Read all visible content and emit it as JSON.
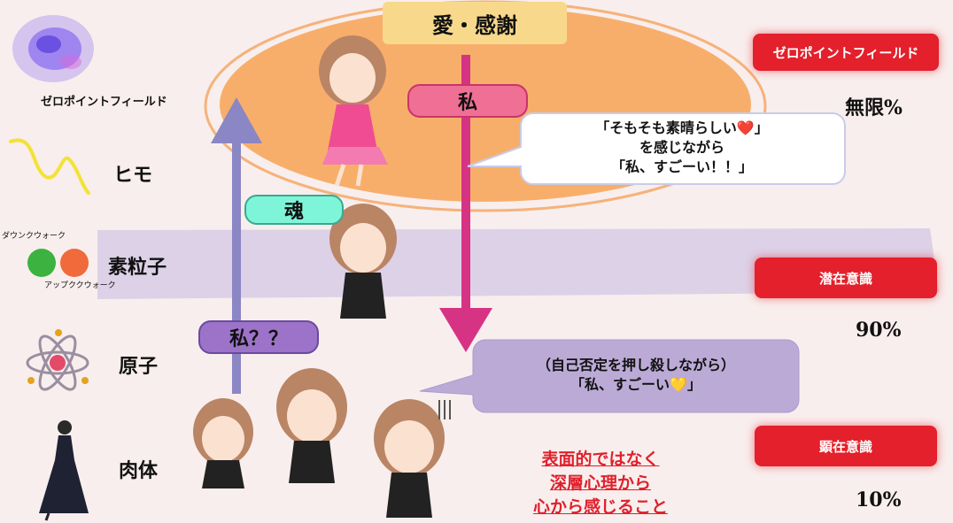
{
  "top_label": "愛・感謝",
  "center_label": "私",
  "soul_label": "魂",
  "question_label": "私？？",
  "left_levels": {
    "zero_point": "ゼロポイントフィールド",
    "string": "ヒモ",
    "particle": "素粒子",
    "atom": "原子",
    "body": "肉体"
  },
  "particle_notes": {
    "down": "ダウンクウォーク",
    "up": "アップククウォーク"
  },
  "right_boxes": {
    "zero_point": "ゼロポイントフィールド",
    "subconscious": "潜在意識",
    "conscious": "顕在意識"
  },
  "percentages": {
    "infinite": "無限%",
    "ninety": "90%",
    "ten": "10%"
  },
  "bubble_top": {
    "line1": "「そもそも素晴らしい❤️」",
    "line2": "を感じながら",
    "line3": "「私、すごーい！！」"
  },
  "bubble_bottom": {
    "line1": "（自己否定を押し殺しながら）",
    "line2": "「私、すごーい💛」"
  },
  "bottom_message": {
    "line1": "表面的ではなく",
    "line2": "深層心理から",
    "line3": "心から感じること"
  },
  "colors": {
    "orange": "#f7a860",
    "yellow": "#f8d98c",
    "pink_arrow": "#d63384",
    "purple_arrow": "#8b86c4",
    "red_box": "#e3202b",
    "band": "#d8cde6",
    "pill_pink": "#f06f95",
    "pill_mint": "#7ef5d9",
    "pill_purple": "#9c73c9",
    "message_red": "#e0202c"
  },
  "icons": [
    "nebula-icon",
    "string-icon",
    "quark-icon",
    "atom-icon",
    "dress-figure-icon",
    "girl-illustration-icon"
  ]
}
